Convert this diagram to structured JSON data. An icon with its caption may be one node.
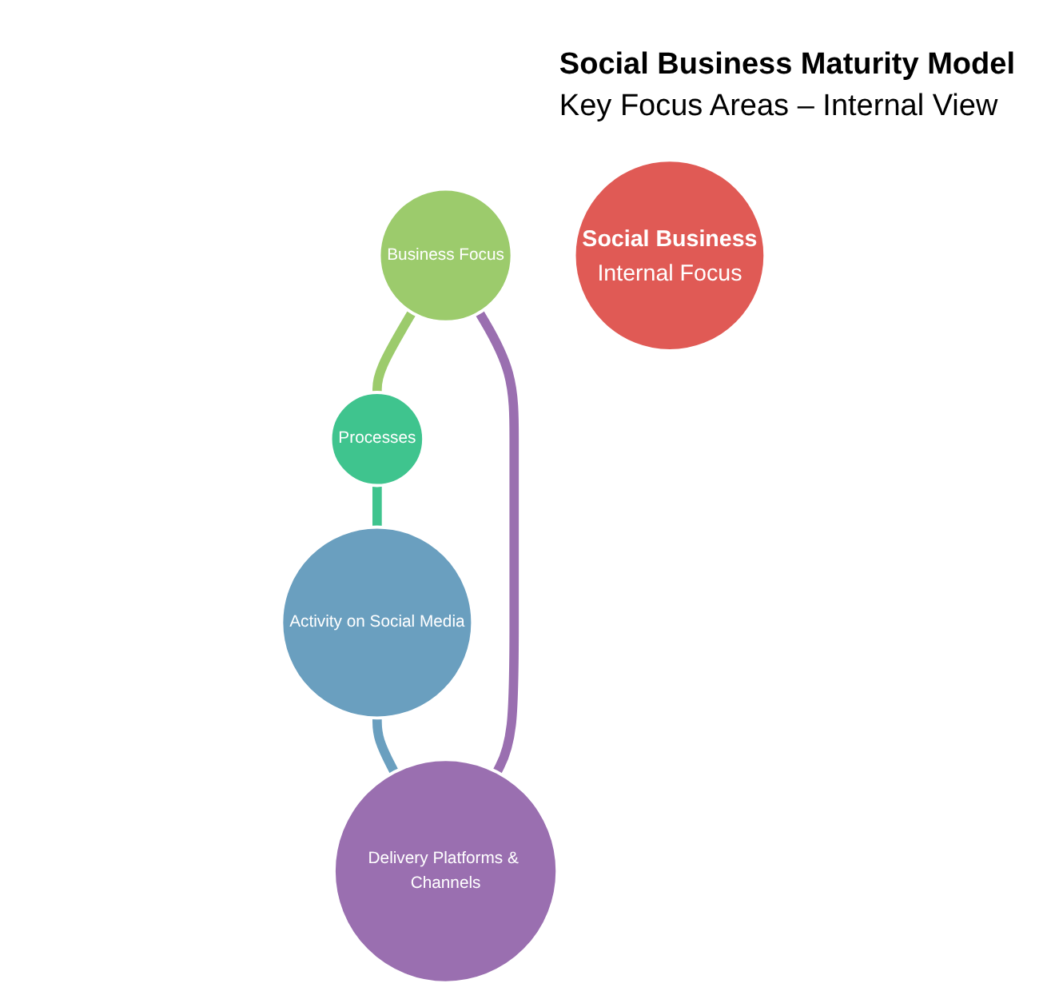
{
  "diagram": {
    "title": "Social Business Maturity Model",
    "nodes": [
      {
        "text": [
          "Business Focus"
        ]
      },
      {
        "text": [
          "Delivery Platforms & Channels"
        ]
      },
      {
        "text": [
          "Social Business",
          "Internal Focus"
        ]
      },
      {
        "text": [
          "Processes"
        ]
      },
      {
        "text": [
          "Activity on Social Media"
        ]
      }
    ],
    "edges": [
      {
        "from": 0,
        "to": 3,
        "arrow": "none",
        "color": "#9ccb6c"
      },
      {
        "from": 3,
        "to": 4,
        "arrow": "none",
        "color": "#3fc48e"
      },
      {
        "from": 4,
        "to": 1,
        "arrow": "none",
        "color": "#6a9fbf"
      },
      {
        "from": 1,
        "to": 0,
        "arrow": "none",
        "color": "#9a6fb0"
      }
    ],
    "labels": [
      "Key Focus Areas – Internal View"
    ]
  }
}
